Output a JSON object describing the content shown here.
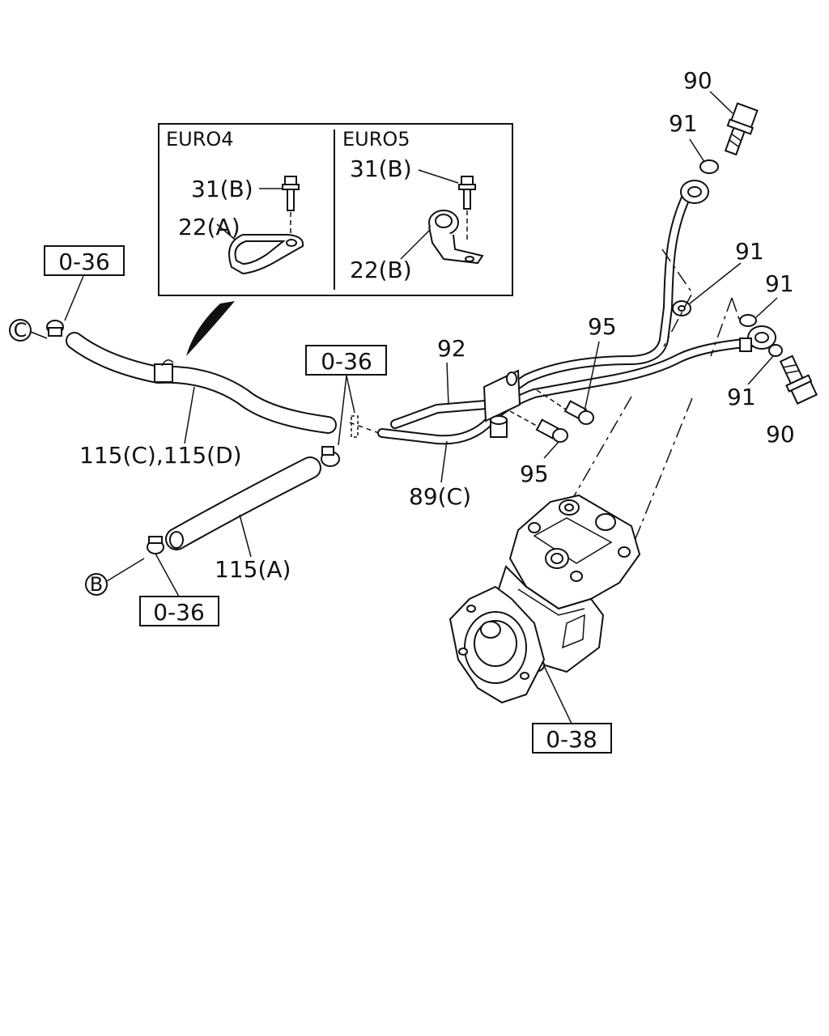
{
  "inset": {
    "left_title": "EURO4",
    "right_title": "EURO5",
    "left_bolt": "31(B)",
    "left_clip": "22(A)",
    "right_bolt": "31(B)",
    "right_clip": "22(B)"
  },
  "labels": {
    "ref_0_36_top_left": "0-36",
    "ref_0_36_center": "0-36",
    "ref_0_36_bottom_left": "0-36",
    "ref_0_38": "0-38",
    "circle_c": "C",
    "circle_b": "B",
    "hose_115_cd": "115(C),115(D)",
    "hose_115_a": "115(A)",
    "pipe_92": "92",
    "pipe_89c": "89(C)",
    "bolt_95_top": "95",
    "bolt_95_bottom": "95",
    "bolt_90_top": "90",
    "washer_91_top": "91",
    "washer_91_mid": "91",
    "washer_91_right": "91",
    "washer_91_lower": "91",
    "bolt_90_bottom": "90"
  }
}
